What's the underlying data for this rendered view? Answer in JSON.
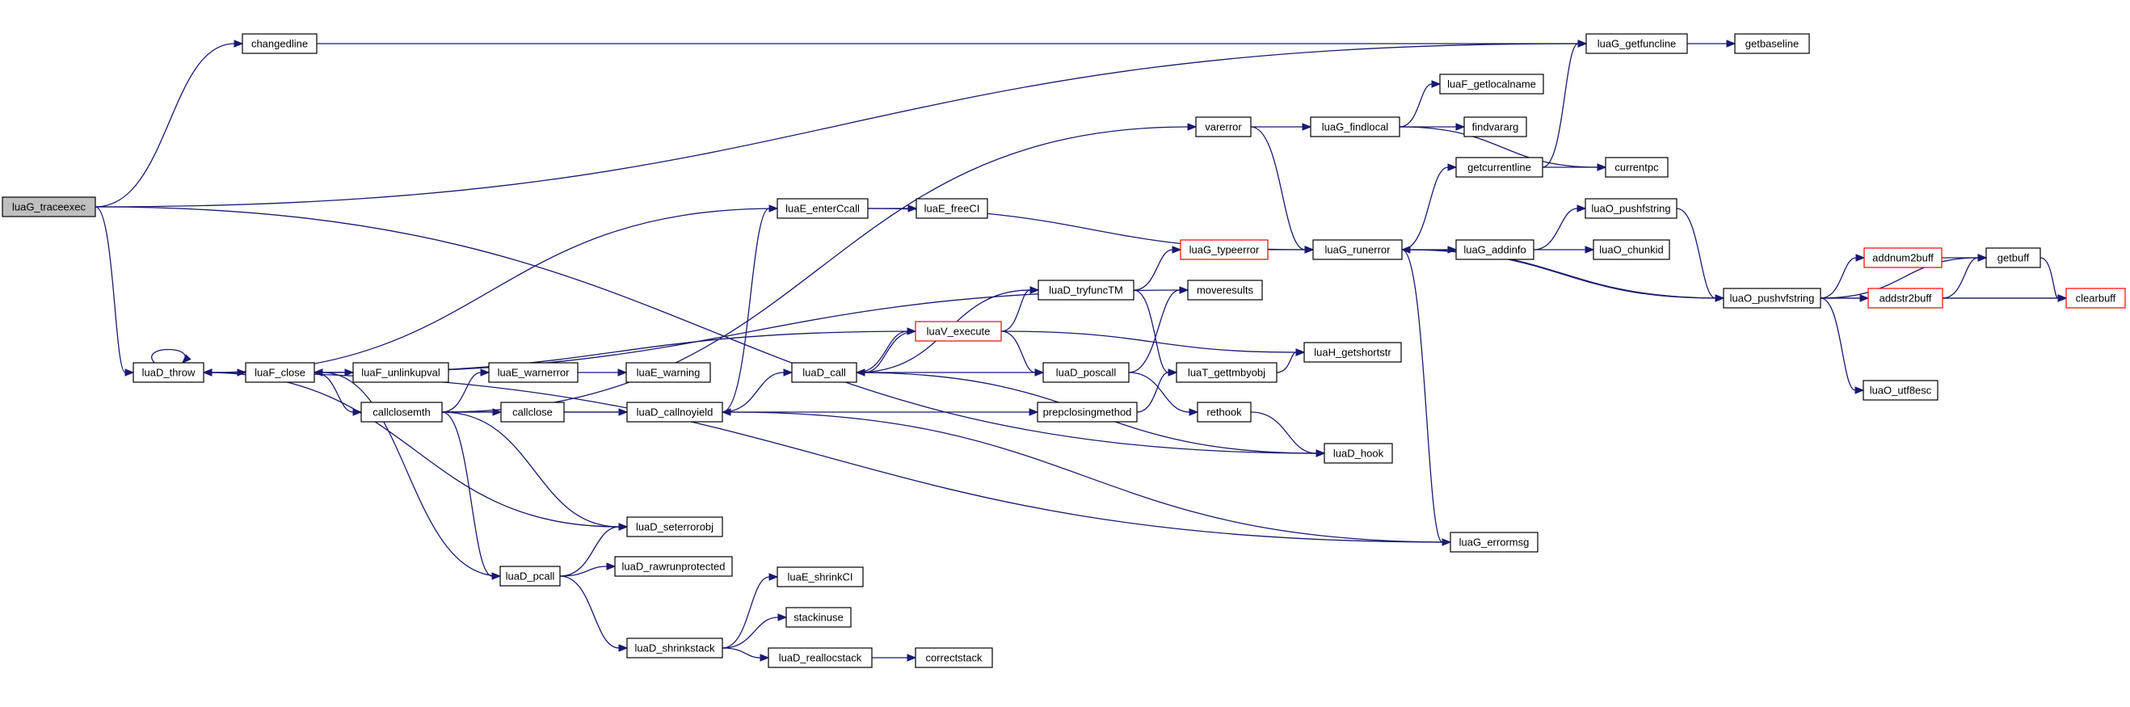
{
  "graph": {
    "colors": {
      "edge": "#191970",
      "node_border": "#000000",
      "truncated_border": "#ff0000",
      "root_fill": "#bfbfbf"
    },
    "nodes": {
      "luaG_traceexec": "luaG_traceexec",
      "changedline": "changedline",
      "luaG_getfuncline": "luaG_getfuncline",
      "getbaseline": "getbaseline",
      "luaF_getlocalname": "luaF_getlocalname",
      "varerror": "varerror",
      "luaG_findlocal": "luaG_findlocal",
      "findvararg": "findvararg",
      "getcurrentline": "getcurrentline",
      "currentpc": "currentpc",
      "luaE_enterCcall": "luaE_enterCcall",
      "luaE_freeCI": "luaE_freeCI",
      "luaO_pushfstring": "luaO_pushfstring",
      "luaG_typeerror": "luaG_typeerror",
      "luaG_runerror": "luaG_runerror",
      "luaG_addinfo": "luaG_addinfo",
      "luaO_chunkid": "luaO_chunkid",
      "addnum2buff": "addnum2buff",
      "getbuff": "getbuff",
      "luaD_tryfuncTM": "luaD_tryfuncTM",
      "moveresults": "moveresults",
      "luaO_pushvfstring": "luaO_pushvfstring",
      "addstr2buff": "addstr2buff",
      "clearbuff": "clearbuff",
      "luaV_execute": "luaV_execute",
      "luaH_getshortstr": "luaH_getshortstr",
      "luaD_throw": "luaD_throw",
      "luaF_close": "luaF_close",
      "luaF_unlinkupval": "luaF_unlinkupval",
      "luaE_warnerror": "luaE_warnerror",
      "luaE_warning": "luaE_warning",
      "luaD_call": "luaD_call",
      "luaD_poscall": "luaD_poscall",
      "luaT_gettmbyobj": "luaT_gettmbyobj",
      "callclosemth": "callclosemth",
      "luaO_utf8esc": "luaO_utf8esc",
      "callclose": "callclose",
      "luaD_callnoyield": "luaD_callnoyield",
      "prepclosingmethod": "prepclosingmethod",
      "rethook": "rethook",
      "luaD_hook": "luaD_hook",
      "luaD_seterrorobj": "luaD_seterrorobj",
      "luaG_errormsg": "luaG_errormsg",
      "luaD_pcall": "luaD_pcall",
      "luaD_rawrunprotected": "luaD_rawrunprotected",
      "luaE_shrinkCI": "luaE_shrinkCI",
      "stackinuse": "stackinuse",
      "luaD_shrinkstack": "luaD_shrinkstack",
      "luaD_reallocstack": "luaD_reallocstack",
      "correctstack": "correctstack"
    },
    "truncated": [
      "luaG_typeerror",
      "luaV_execute",
      "addnum2buff",
      "addstr2buff",
      "clearbuff"
    ],
    "edges": [
      [
        "luaG_traceexec",
        "changedline"
      ],
      [
        "luaG_traceexec",
        "luaG_getfuncline"
      ],
      [
        "luaG_traceexec",
        "luaD_throw"
      ],
      [
        "luaG_traceexec",
        "luaD_hook"
      ],
      [
        "changedline",
        "luaG_getfuncline"
      ],
      [
        "luaG_getfuncline",
        "getbaseline"
      ],
      [
        "luaD_throw",
        "luaD_throw"
      ],
      [
        "luaD_throw",
        "luaF_close"
      ],
      [
        "luaD_throw",
        "luaD_seterrorobj"
      ],
      [
        "luaF_close",
        "luaF_unlinkupval"
      ],
      [
        "luaF_close",
        "callclosemth"
      ],
      [
        "callclosemth",
        "varerror"
      ],
      [
        "callclosemth",
        "luaE_warnerror"
      ],
      [
        "callclosemth",
        "callclose"
      ],
      [
        "callclosemth",
        "prepclosingmethod"
      ],
      [
        "callclosemth",
        "luaD_seterrorobj"
      ],
      [
        "callclosemth",
        "luaD_pcall"
      ],
      [
        "luaE_warnerror",
        "luaE_warning"
      ],
      [
        "callclose",
        "luaD_callnoyield"
      ],
      [
        "luaD_callnoyield",
        "luaE_enterCcall"
      ],
      [
        "luaD_callnoyield",
        "luaD_call"
      ],
      [
        "luaE_enterCcall",
        "luaD_throw"
      ],
      [
        "luaE_enterCcall",
        "luaE_freeCI"
      ],
      [
        "luaE_enterCcall",
        "luaG_runerror"
      ],
      [
        "luaD_call",
        "luaD_tryfuncTM"
      ],
      [
        "luaD_call",
        "luaV_execute"
      ],
      [
        "luaD_call",
        "luaD_poscall"
      ],
      [
        "luaD_call",
        "luaD_hook"
      ],
      [
        "luaV_execute",
        "luaD_call"
      ],
      [
        "luaV_execute",
        "luaF_close"
      ],
      [
        "luaV_execute",
        "luaD_tryfuncTM"
      ],
      [
        "luaV_execute",
        "luaD_poscall"
      ],
      [
        "luaV_execute",
        "luaH_getshortstr"
      ],
      [
        "luaD_tryfuncTM",
        "luaG_typeerror"
      ],
      [
        "luaD_tryfuncTM",
        "luaT_gettmbyobj"
      ],
      [
        "luaD_poscall",
        "moveresults"
      ],
      [
        "luaD_poscall",
        "rethook"
      ],
      [
        "moveresults",
        "luaF_close"
      ],
      [
        "rethook",
        "luaD_hook"
      ],
      [
        "prepclosingmethod",
        "luaT_gettmbyobj"
      ],
      [
        "luaT_gettmbyobj",
        "luaH_getshortstr"
      ],
      [
        "luaD_pcall",
        "luaF_close"
      ],
      [
        "luaD_pcall",
        "luaD_seterrorobj"
      ],
      [
        "luaD_pcall",
        "luaD_rawrunprotected"
      ],
      [
        "luaD_pcall",
        "luaD_shrinkstack"
      ],
      [
        "luaD_shrinkstack",
        "luaE_shrinkCI"
      ],
      [
        "luaD_shrinkstack",
        "stackinuse"
      ],
      [
        "luaD_shrinkstack",
        "luaD_reallocstack"
      ],
      [
        "luaD_reallocstack",
        "correctstack"
      ],
      [
        "varerror",
        "luaG_findlocal"
      ],
      [
        "varerror",
        "luaG_runerror"
      ],
      [
        "luaG_findlocal",
        "luaF_getlocalname"
      ],
      [
        "luaG_findlocal",
        "findvararg"
      ],
      [
        "luaG_findlocal",
        "currentpc"
      ],
      [
        "luaG_typeerror",
        "luaG_runerror"
      ],
      [
        "luaG_runerror",
        "getcurrentline"
      ],
      [
        "luaG_runerror",
        "luaG_addinfo"
      ],
      [
        "luaG_runerror",
        "luaO_pushvfstring"
      ],
      [
        "luaG_runerror",
        "luaG_errormsg"
      ],
      [
        "getcurrentline",
        "luaG_getfuncline"
      ],
      [
        "getcurrentline",
        "currentpc"
      ],
      [
        "luaG_addinfo",
        "luaO_pushfstring"
      ],
      [
        "luaG_addinfo",
        "luaO_chunkid"
      ],
      [
        "luaO_pushfstring",
        "luaO_pushvfstring"
      ],
      [
        "luaO_pushvfstring",
        "luaG_runerror"
      ],
      [
        "luaO_pushvfstring",
        "addnum2buff"
      ],
      [
        "luaO_pushvfstring",
        "getbuff"
      ],
      [
        "luaO_pushvfstring",
        "addstr2buff"
      ],
      [
        "luaO_pushvfstring",
        "clearbuff"
      ],
      [
        "luaO_pushvfstring",
        "luaO_utf8esc"
      ],
      [
        "addnum2buff",
        "getbuff"
      ],
      [
        "addstr2buff",
        "getbuff"
      ],
      [
        "addstr2buff",
        "clearbuff"
      ],
      [
        "getbuff",
        "clearbuff"
      ],
      [
        "luaG_errormsg",
        "luaD_callnoyield"
      ],
      [
        "luaG_errormsg",
        "luaD_throw"
      ]
    ]
  }
}
